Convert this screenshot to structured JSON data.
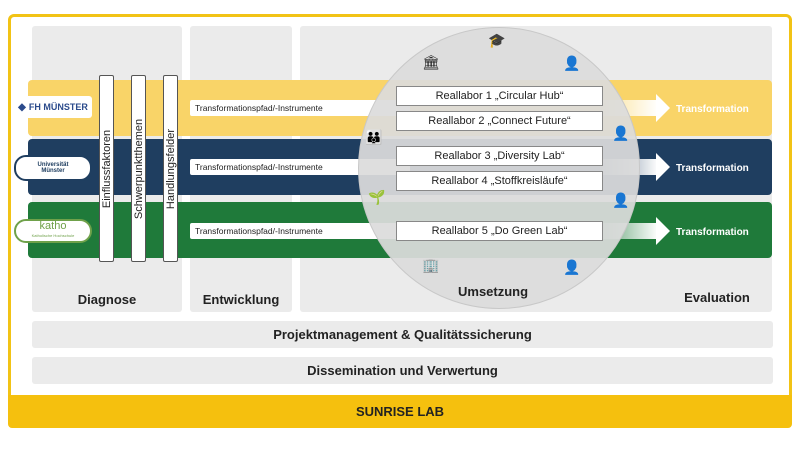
{
  "columns": {
    "diagnose": "Diagnose",
    "entwicklung": "Entwicklung",
    "umsetzung": "Umsetzung",
    "evaluation": "Evaluation"
  },
  "logos": {
    "fh": "FH MÜNSTER",
    "uni_line1": "Universität",
    "uni_line2": "Münster",
    "katho": "katho",
    "katho_sub": "Katholische Hochschule"
  },
  "vertical_bars": [
    "Einflussfaktoren",
    "Schwerpunktthemen",
    "Handlungsfelder"
  ],
  "rows": [
    {
      "pfad": "Transformationspfad/-Instrumente",
      "transformation": "Transformation",
      "color": "#f9d468"
    },
    {
      "pfad": "Transformationspfad/-Instrumente",
      "transformation": "Transformation",
      "color": "#1f3e60"
    },
    {
      "pfad": "Transformationspfad/-Instrumente",
      "transformation": "Transformation",
      "color": "#1f7a3a"
    }
  ],
  "labs": [
    "Reallabor 1 „Circular Hub“",
    "Reallabor 2 „Connect Future“",
    "Reallabor 3 „Diversity Lab“",
    "Reallabor 4 „Stoffkreisläufe“",
    "Reallabor 5 „Do Green Lab“"
  ],
  "bars": {
    "projektmanagement": "Projektmanagement & Qualitätssicherung",
    "dissemination": "Dissemination und Verwertung"
  },
  "footer": "SUNRISE LAB",
  "colors": {
    "accent": "#f5c00e",
    "yellow_band": "#f9d468",
    "blue_band": "#1f3e60",
    "green_band": "#1f7a3a"
  }
}
